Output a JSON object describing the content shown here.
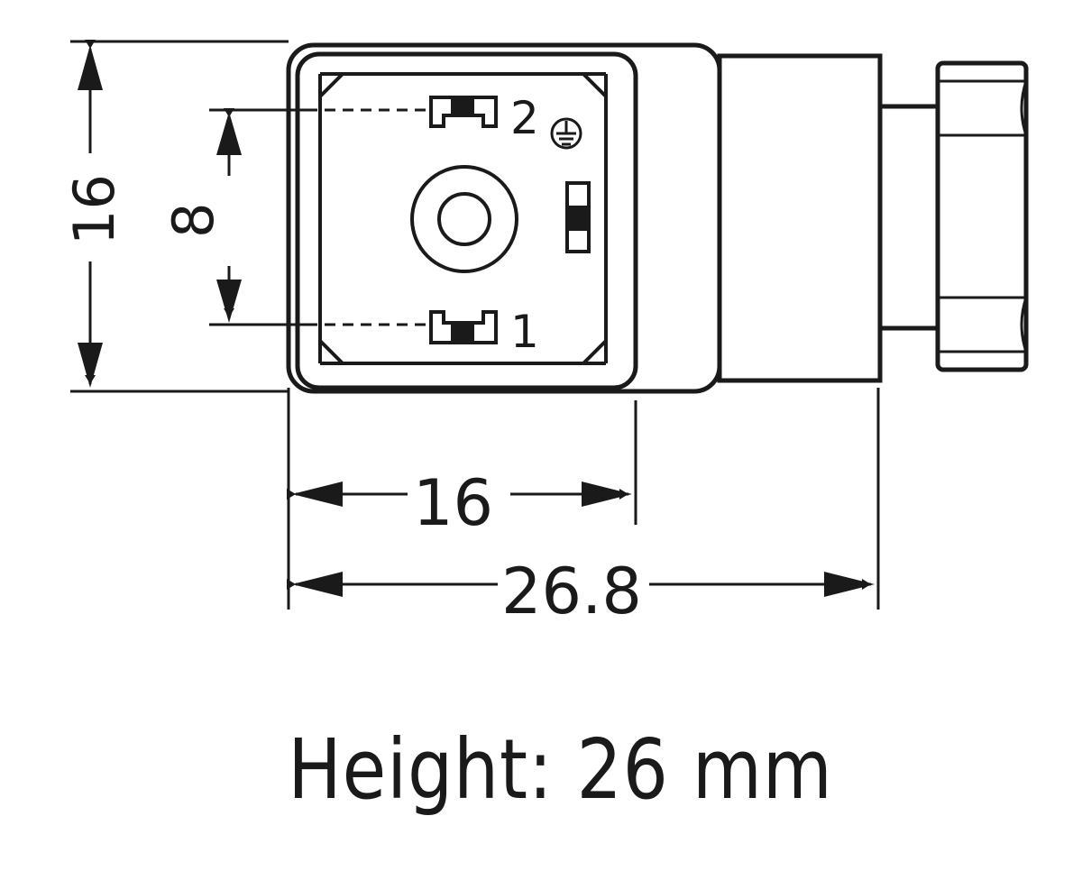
{
  "dimensions": {
    "height_left": "16",
    "pin_spacing": "8",
    "width_face": "16",
    "total_length": "26.8"
  },
  "pins": {
    "pin_top": "2",
    "pin_bottom": "1"
  },
  "symbols": {
    "ground": "ground-icon"
  },
  "caption": "Height: 26 mm",
  "colors": {
    "line": "#1a1a1a",
    "background": "#ffffff"
  }
}
